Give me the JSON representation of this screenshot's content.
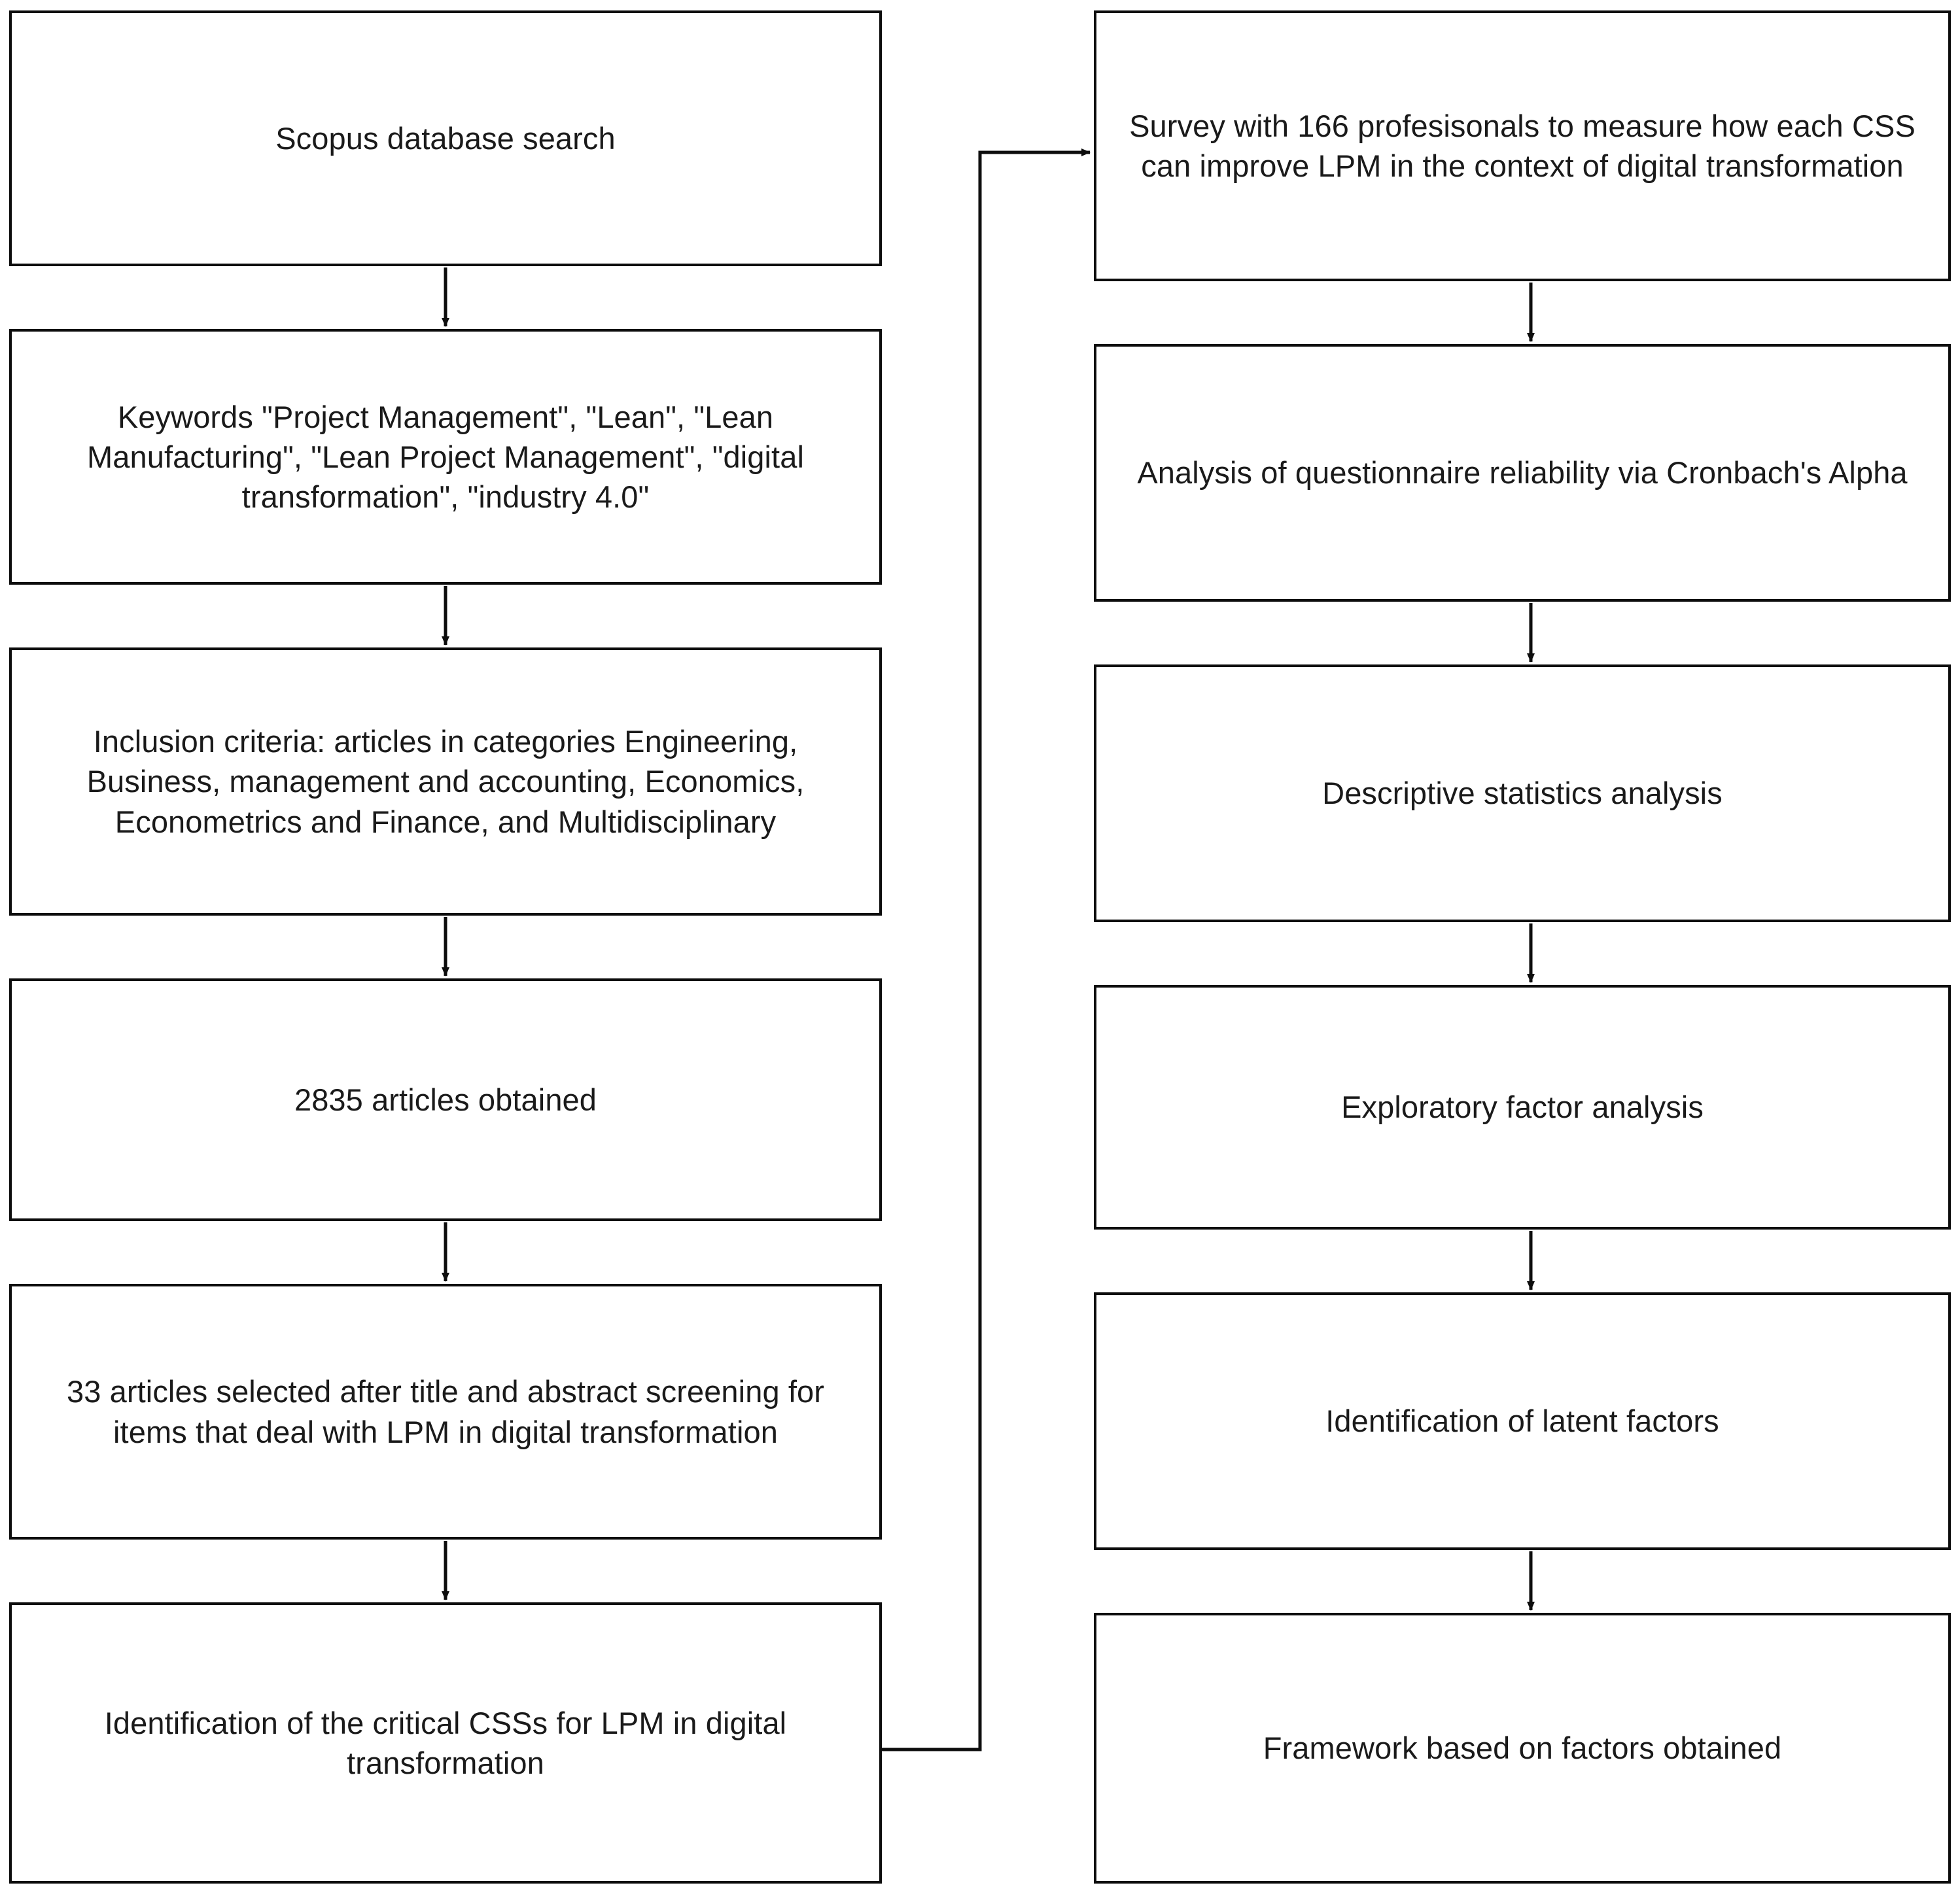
{
  "diagram": {
    "title": "Research methodology flowchart",
    "stroke_color": "#0d0d0d",
    "text_color": "#1a1a1a",
    "background_color": "#ffffff"
  },
  "left_column": {
    "nodes": [
      {
        "id": "scopus-database-search",
        "text": "Scopus database search"
      },
      {
        "id": "keywords",
        "text": "Keywords \"Project Management\", \"Lean\", \"Lean Manufacturing\", \"Lean Project Management\", \"digital transformation\", \"industry 4.0\""
      },
      {
        "id": "inclusion-criteria",
        "text": "Inclusion criteria: articles in categories Engineering, Business, management and accounting, Economics, Econometrics and Finance, and Multidisciplinary"
      },
      {
        "id": "articles-obtained",
        "text": "2835 articles obtained"
      },
      {
        "id": "articles-selected",
        "text": "33 articles selected after title and abstract screening for items that deal with LPM in digital transformation"
      },
      {
        "id": "identification-critical-csss",
        "text": "Identification of the critical CSSs for LPM in digital transformation"
      }
    ]
  },
  "right_column": {
    "nodes": [
      {
        "id": "survey",
        "text": "Survey with 166 profesisonals to measure how each CSS can improve LPM in the context of digital transformation"
      },
      {
        "id": "reliability-analysis",
        "text": "Analysis of questionnaire reliability via Cronbach's Alpha"
      },
      {
        "id": "descriptive-statistics",
        "text": "Descriptive statistics analysis"
      },
      {
        "id": "exploratory-factor-analysis",
        "text": "Exploratory factor analysis"
      },
      {
        "id": "latent-factors",
        "text": "Identification of latent factors"
      },
      {
        "id": "framework",
        "text": "Framework based on factors obtained"
      }
    ]
  },
  "chart_data": {
    "type": "flowchart",
    "title": "Research methodology flowchart",
    "orientation": "two-column vertical",
    "nodes": [
      {
        "id": "n1",
        "column": "left",
        "order": 1,
        "label": "Scopus database search"
      },
      {
        "id": "n2",
        "column": "left",
        "order": 2,
        "label": "Keywords \"Project Management\", \"Lean\", \"Lean Manufacturing\", \"Lean Project Management\", \"digital transformation\", \"industry 4.0\""
      },
      {
        "id": "n3",
        "column": "left",
        "order": 3,
        "label": "Inclusion criteria: articles in categories Engineering, Business, management and accounting, Economics, Econometrics and Finance, and Multidisciplinary"
      },
      {
        "id": "n4",
        "column": "left",
        "order": 4,
        "label": "2835 articles obtained"
      },
      {
        "id": "n5",
        "column": "left",
        "order": 5,
        "label": "33 articles selected after title and abstract screening for items that deal with LPM in digital transformation"
      },
      {
        "id": "n6",
        "column": "left",
        "order": 6,
        "label": "Identification of the critical CSSs for LPM in digital transformation"
      },
      {
        "id": "n7",
        "column": "right",
        "order": 1,
        "label": "Survey with 166 profesisonals to measure how each CSS can improve LPM in the context of digital transformation"
      },
      {
        "id": "n8",
        "column": "right",
        "order": 2,
        "label": "Analysis of questionnaire reliability via Cronbach's Alpha"
      },
      {
        "id": "n9",
        "column": "right",
        "order": 3,
        "label": "Descriptive statistics analysis"
      },
      {
        "id": "n10",
        "column": "right",
        "order": 4,
        "label": "Exploratory factor analysis"
      },
      {
        "id": "n11",
        "column": "right",
        "order": 5,
        "label": "Identification of latent factors"
      },
      {
        "id": "n12",
        "column": "right",
        "order": 6,
        "label": "Framework based on factors obtained"
      }
    ],
    "edges": [
      {
        "from": "n1",
        "to": "n2",
        "style": "straight-down"
      },
      {
        "from": "n2",
        "to": "n3",
        "style": "straight-down"
      },
      {
        "from": "n3",
        "to": "n4",
        "style": "straight-down"
      },
      {
        "from": "n4",
        "to": "n5",
        "style": "straight-down"
      },
      {
        "from": "n5",
        "to": "n6",
        "style": "straight-down"
      },
      {
        "from": "n6",
        "to": "n7",
        "style": "orthogonal-right-up"
      },
      {
        "from": "n7",
        "to": "n8",
        "style": "straight-down"
      },
      {
        "from": "n8",
        "to": "n9",
        "style": "straight-down"
      },
      {
        "from": "n9",
        "to": "n10",
        "style": "straight-down"
      },
      {
        "from": "n10",
        "to": "n11",
        "style": "straight-down"
      },
      {
        "from": "n11",
        "to": "n12",
        "style": "straight-down"
      }
    ]
  }
}
